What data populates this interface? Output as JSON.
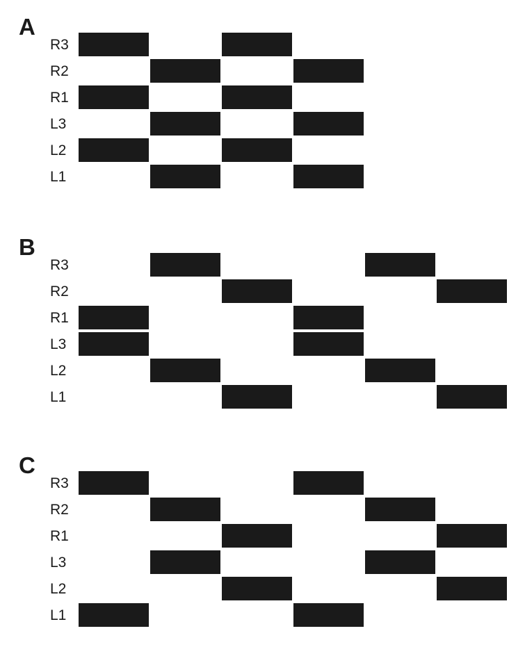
{
  "figure": {
    "colors": {
      "bar": "#1a1a1a",
      "text": "#1a1a1a",
      "background": "#ffffff"
    },
    "panels": [
      {
        "id": "A",
        "label": "A",
        "legs": [
          {
            "name": "R3",
            "on_phases": [
              0,
              2
            ]
          },
          {
            "name": "R2",
            "on_phases": [
              1,
              3
            ]
          },
          {
            "name": "R1",
            "on_phases": [
              0,
              2
            ]
          },
          {
            "name": "L3",
            "on_phases": [
              1,
              3
            ]
          },
          {
            "name": "L2",
            "on_phases": [
              0,
              2
            ]
          },
          {
            "name": "L1",
            "on_phases": [
              1,
              3
            ]
          }
        ]
      },
      {
        "id": "B",
        "label": "B",
        "legs": [
          {
            "name": "R3",
            "on_phases": [
              1,
              4
            ]
          },
          {
            "name": "R2",
            "on_phases": [
              2,
              5
            ]
          },
          {
            "name": "R1",
            "on_phases": [
              0,
              3
            ]
          },
          {
            "name": "L3",
            "on_phases": [
              0,
              3
            ]
          },
          {
            "name": "L2",
            "on_phases": [
              1,
              4
            ]
          },
          {
            "name": "L1",
            "on_phases": [
              2,
              5
            ]
          }
        ]
      },
      {
        "id": "C",
        "label": "C",
        "legs": [
          {
            "name": "R3",
            "on_phases": [
              0,
              3
            ]
          },
          {
            "name": "R2",
            "on_phases": [
              1,
              4
            ]
          },
          {
            "name": "R1",
            "on_phases": [
              2,
              5
            ]
          },
          {
            "name": "L3",
            "on_phases": [
              1,
              4
            ]
          },
          {
            "name": "L2",
            "on_phases": [
              2,
              5
            ]
          },
          {
            "name": "L1",
            "on_phases": [
              0,
              3
            ]
          }
        ]
      }
    ]
  }
}
